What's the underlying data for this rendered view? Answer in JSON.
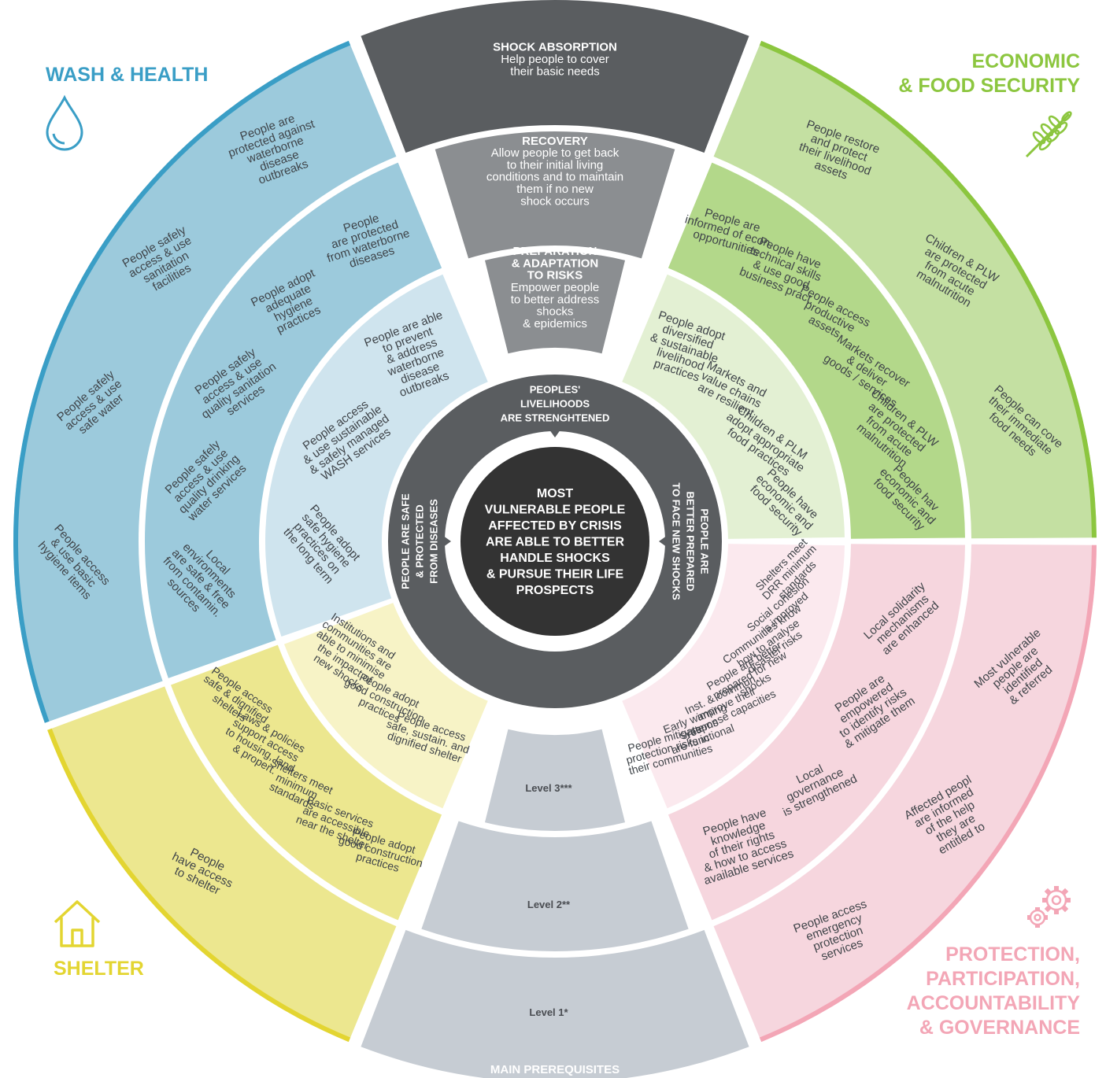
{
  "sectors": {
    "wash": {
      "title": "WASH & HEALTH",
      "color": "#3a9ec6",
      "icon": "water-drop-icon"
    },
    "economic": {
      "title_lines": [
        "ECONOMIC",
        "& FOOD SECURITY"
      ],
      "color": "#8cc63f",
      "icon": "wheat-icon"
    },
    "shelter": {
      "title": "SHELTER",
      "color": "#e3d531",
      "icon": "house-icon"
    },
    "protection": {
      "title_lines": [
        "PROTECTION,",
        "PARTICIPATION,",
        "ACCOUNTABILITY",
        "& GOVERNANCE"
      ],
      "color": "#f3a6b6",
      "icon": "gears-icon"
    }
  },
  "center": {
    "lines": [
      "MOST",
      "VULNERABLE  PEOPLE",
      "AFFECTED BY CRISIS",
      "ARE ABLE  TO BETTER",
      "HANDLE SHOCKS",
      "& PURSUE THEIR LIFE",
      "PROSPECTS"
    ]
  },
  "ring_labels": {
    "top": [
      "PEOPLES'",
      "LIVELIHOODS",
      "ARE STRENGHTENED"
    ],
    "right": [
      "PEOPLE ARE",
      "BETTER PREPARED",
      "TO FACE NEW SHOCKS"
    ],
    "left": [
      "PEOPLE ARE SAFE",
      "& PROTECTED",
      "FROM DISEASES"
    ]
  },
  "phases": {
    "outer": {
      "title": "SHOCK ABSORPTION",
      "desc": [
        "Help people to cover",
        "their basic needs"
      ]
    },
    "middle": {
      "title": "RECOVERY",
      "desc": [
        "Allow people to get back",
        "to their initial living",
        "conditions and to maintain",
        "them if no new",
        "shock occurs"
      ]
    },
    "inner": {
      "title": [
        "PREPARATION",
        "& ADAPTATION",
        "TO RISKS"
      ],
      "desc": [
        "Empower people",
        "to better address",
        "shocks",
        "& epidemics"
      ]
    }
  },
  "levels": {
    "inner": "Level 3***",
    "middle": "Level 2**",
    "outer": "Level 1*",
    "footer": "MAIN PREREQUISITES"
  },
  "wash": {
    "outer": [
      [
        "People access",
        "& use basic",
        "hygiene items"
      ],
      [
        "People safely",
        "access & use",
        "safe water"
      ],
      [
        "People safely",
        "access & use",
        "sanitation",
        "facilities"
      ],
      [
        "People are",
        "protected against",
        "waterborne",
        "disease",
        "outbreaks"
      ]
    ],
    "middle": [
      [
        "Local",
        "environments",
        "are safe & free",
        "from contamin.",
        "sources"
      ],
      [
        "People safely",
        "access & use",
        "quality drinking",
        "water services"
      ],
      [
        "People safely",
        "access & use",
        "quality sanitation",
        "services"
      ],
      [
        "People adopt",
        "adequate",
        "hygiene",
        "practices"
      ],
      [
        "People",
        "are protected",
        "from waterborne",
        "diseases"
      ]
    ],
    "inner": [
      [
        "People adopt",
        "safe hygiene",
        "practices on",
        "the long term"
      ],
      [
        "People access",
        "& use sustainable",
        "& safely managed",
        "WASH services"
      ],
      [
        "People are able",
        "to prevent",
        "& address",
        "waterborne",
        "disease",
        "outbreaks"
      ]
    ]
  },
  "economic": {
    "outer": [
      [
        "People restore",
        "and protect",
        "their livelihood",
        "assets"
      ],
      [
        "Children & PLW",
        "are protected",
        "from acute",
        "malnutrition"
      ],
      [
        "People can cove",
        "their immediate",
        "food needs"
      ]
    ],
    "middle": [
      [
        "People are",
        "informed of econ.",
        "opportunities"
      ],
      [
        "People have",
        "technical skills",
        "& use good",
        "business pract."
      ],
      [
        "People access",
        "productive",
        "assets"
      ],
      [
        "Markets recover",
        "& deliver",
        "goods / services"
      ],
      [
        "Children & PLW",
        "are protected",
        "from acute",
        "malnutrition"
      ],
      [
        "People hav",
        "economic and",
        "food security"
      ]
    ],
    "inner": [
      [
        "People adopt",
        "diversified",
        "& sustainable",
        "livelihood",
        "practices"
      ],
      [
        "Markets and",
        "value chains",
        "are resilient"
      ],
      [
        "Children & PLM",
        "adopt appropriate",
        "food practices"
      ],
      [
        "People have",
        "economic and",
        "food security"
      ]
    ]
  },
  "protection": {
    "inner": [
      [
        "Shelters meet",
        "DRR minimum",
        "standards"
      ],
      [
        "Social cohesion",
        "is improved"
      ],
      [
        "Communities know",
        "how to analyse",
        "disaster risks"
      ],
      [
        "People are better",
        "prepared for new",
        "shocks"
      ],
      [
        "Inst. & commun.",
        "improve their",
        "response capacities"
      ],
      [
        "Early warning",
        "systems",
        "are functional"
      ],
      [
        "People mitigate",
        "protection risks in",
        "their communities"
      ]
    ],
    "middle": [
      [
        "Local solidarity",
        "mechanisms",
        "are enhanced"
      ],
      [
        "People are",
        "empowered",
        "to identify risks",
        "& mitigate them"
      ],
      [
        "Local",
        "governance",
        "is strengthened"
      ],
      [
        "People have",
        "knowledge",
        "of their rights",
        "& how to access",
        "available services"
      ]
    ],
    "outer": [
      [
        "Most vulnerable",
        "people are",
        "identified",
        "& referred"
      ],
      [
        "Affected peopl",
        "are informed",
        "of the help",
        "they are",
        "entitled to"
      ],
      [
        "People access",
        "emergency",
        "protection",
        "services"
      ]
    ]
  },
  "shelter": {
    "inner": [
      [
        "People access",
        "safe, sustain. and",
        "dignified shelter"
      ],
      [
        "People adopt",
        "good construction",
        "practices"
      ],
      [
        "Institutions and",
        "communities are",
        "able to minimise",
        "the impact of",
        "new shocks"
      ]
    ],
    "middle": [
      [
        "People adopt",
        "good construction",
        "practices"
      ],
      [
        "Basic services",
        "are accessible",
        "near the shelter"
      ],
      [
        "Shelters meet",
        "minimum",
        "standards"
      ],
      [
        "Laws & policies",
        "support access",
        "to housing, land",
        "& propert."
      ],
      [
        "People access",
        "safe & dignified",
        "shelters"
      ]
    ],
    "outer": [
      [
        "People",
        "have access",
        "to shelter"
      ]
    ]
  }
}
